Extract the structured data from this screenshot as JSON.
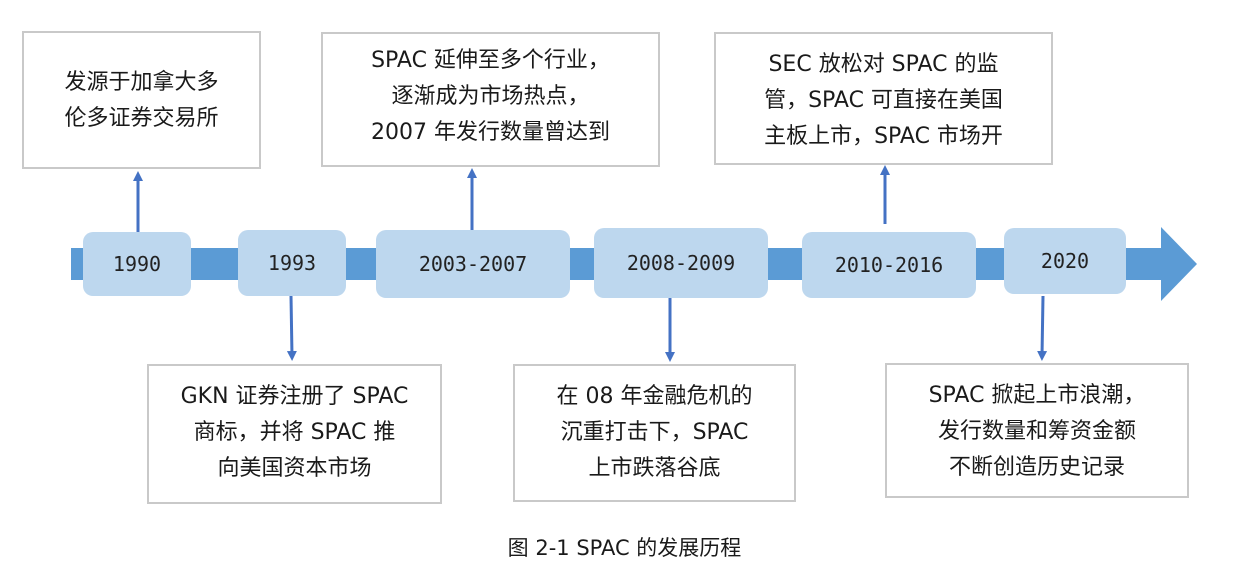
{
  "timeline": {
    "years": [
      "1990",
      "1993",
      "2003-2007",
      "2008-2009",
      "2010-2016",
      "2020"
    ],
    "events": [
      {
        "lines": [
          "发源于加拿大多",
          "伦多证券交易所"
        ]
      },
      {
        "lines": [
          "GKN 证券注册了 SPAC",
          "商标，并将 SPAC 推",
          "向美国资本市场"
        ]
      },
      {
        "lines": [
          "SPAC 延伸至多个行业，",
          "逐渐成为市场热点，",
          "2007 年发行数量曾达到"
        ]
      },
      {
        "lines": [
          "在 08 年金融危机的",
          "沉重打击下，SPAC",
          "上市跌落谷底"
        ]
      },
      {
        "lines": [
          "SEC 放松对 SPAC 的监",
          "管，SPAC 可直接在美国",
          "主板上市，SPAC 市场开"
        ]
      },
      {
        "lines": [
          "SPAC 掀起上市浪潮，",
          "发行数量和筹资金额",
          "不断创造历史记录"
        ]
      }
    ]
  },
  "caption": "图 2-1 SPAC 的发展历程",
  "colors": {
    "band": "#5b9bd5",
    "year_box": "#bdd7ee",
    "connector": "#4472c4",
    "box_border": "#c9c9c9"
  }
}
